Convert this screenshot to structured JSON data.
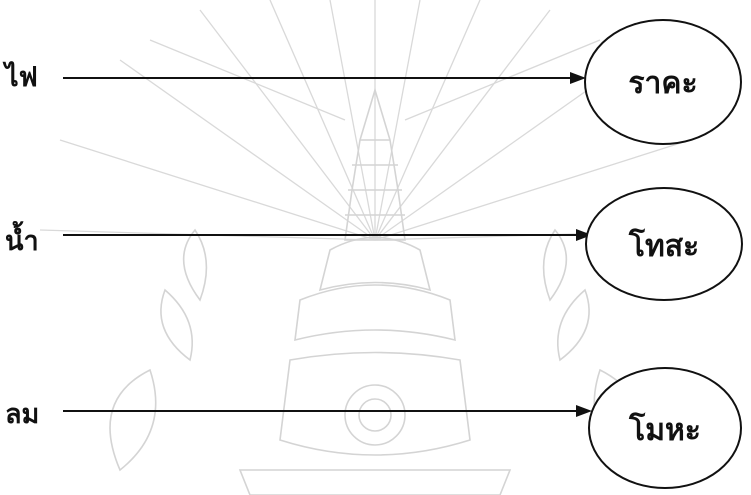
{
  "diagram": {
    "sources": [
      {
        "label": "ไฟ"
      },
      {
        "label": "น้ำ"
      },
      {
        "label": "ลม"
      }
    ],
    "targets": [
      {
        "label": "ราคะ"
      },
      {
        "label": "โทสะ"
      },
      {
        "label": "โมหะ"
      }
    ]
  },
  "watermark": {
    "type": "emblem-seal"
  }
}
